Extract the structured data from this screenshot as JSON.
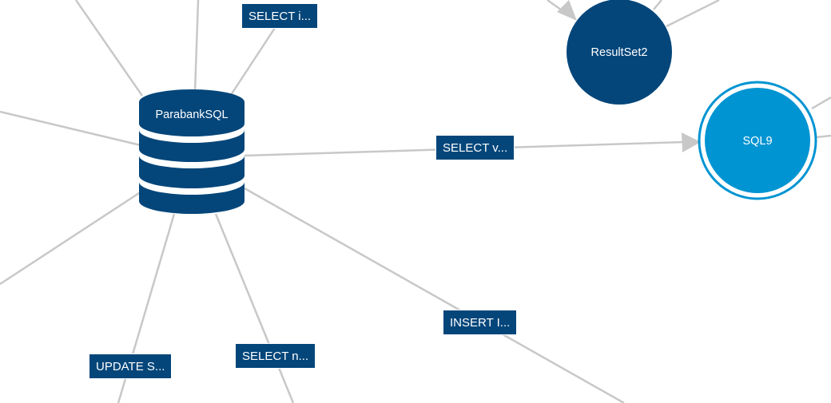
{
  "colors": {
    "node_dark": "#04467a",
    "node_selected": "#0094d2",
    "edge": "#c8c8c8",
    "label_text": "#ffffff"
  },
  "nodes": {
    "database": {
      "label": "ParabankSQL",
      "icon": "database-icon"
    },
    "resultset2": {
      "label": "ResultSet2"
    },
    "sql9": {
      "label": "SQL9",
      "selected": true
    }
  },
  "edge_labels": {
    "select_i": "SELECT i...",
    "select_v": "SELECT v...",
    "insert_i": "INSERT I...",
    "update_s": "UPDATE S...",
    "select_n": "SELECT n..."
  }
}
